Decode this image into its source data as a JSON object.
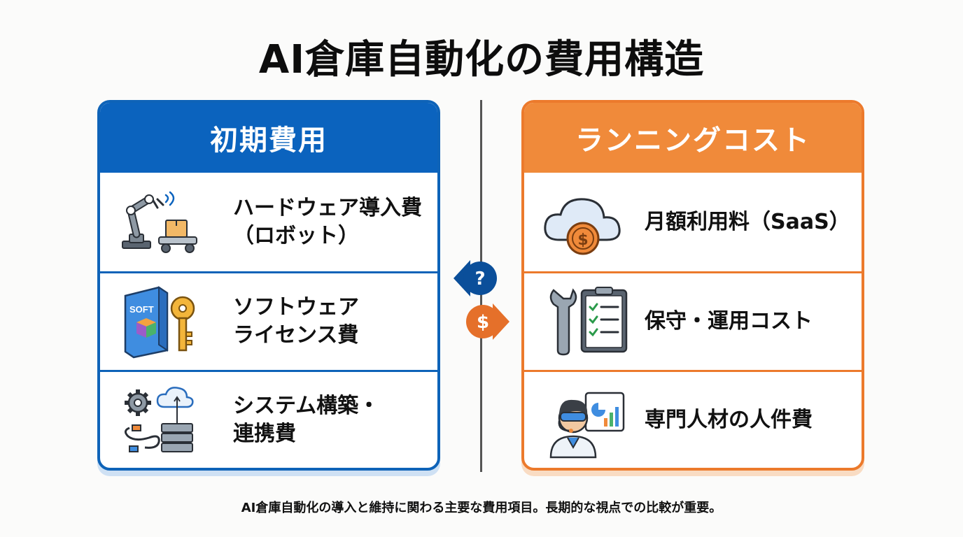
{
  "title": "AI倉庫自動化の費用構造",
  "left_panel": {
    "heading": "初期費用",
    "items": [
      {
        "label": "ハードウェア導入費\n（ロボット）",
        "icon": "robot-arm-conveyor-icon"
      },
      {
        "label": "ソフトウェア\nライセンス費",
        "icon": "software-box-key-icon"
      },
      {
        "label": "システム構築・\n連携費",
        "icon": "gear-cloud-server-icon"
      }
    ],
    "color": "#0b63be"
  },
  "right_panel": {
    "heading": "ランニングコスト",
    "items": [
      {
        "label": "月額利用料（SaaS）",
        "icon": "cloud-dollar-icon"
      },
      {
        "label": "保守・運用コスト",
        "icon": "wrench-clipboard-icon"
      },
      {
        "label": "専門人材の人件費",
        "icon": "engineer-headset-icon"
      }
    ],
    "color": "#f08a3a"
  },
  "center": {
    "question_mark": "?",
    "dollar_sign": "$"
  },
  "caption": "AI倉庫自動化の導入と維持に関わる主要な費用項目。長期的な視点での比較が重要。"
}
